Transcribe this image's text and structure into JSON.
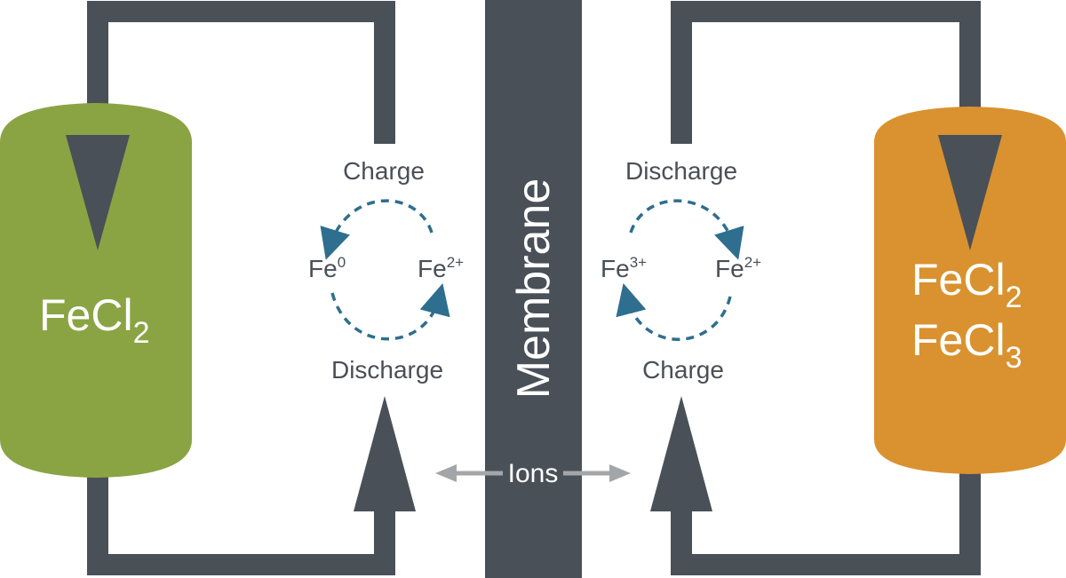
{
  "colors": {
    "pipe": "#4a5058",
    "left_tank": "#8aa444",
    "right_tank": "#d9922f",
    "membrane": "#4a5058",
    "cycle": "#2e6e8e",
    "ions_arrow": "#a3a6a8",
    "label": "#4a4f56"
  },
  "membrane": {
    "label": "Membrane"
  },
  "ions": {
    "label": "Ions"
  },
  "left_tank": {
    "label_base": "FeCl",
    "label_sub": "2"
  },
  "right_tank": {
    "line1_base": "FeCl",
    "line1_sub": "2",
    "line2_base": "FeCl",
    "line2_sub": "3"
  },
  "left_cell": {
    "top_label": "Charge",
    "bottom_label": "Discharge",
    "left_species": {
      "base": "Fe",
      "sup": "0"
    },
    "right_species": {
      "base": "Fe",
      "sup": "2+"
    }
  },
  "right_cell": {
    "top_label": "Discharge",
    "bottom_label": "Charge",
    "left_species": {
      "base": "Fe",
      "sup": "3+"
    },
    "right_species": {
      "base": "Fe",
      "sup": "2+"
    }
  }
}
